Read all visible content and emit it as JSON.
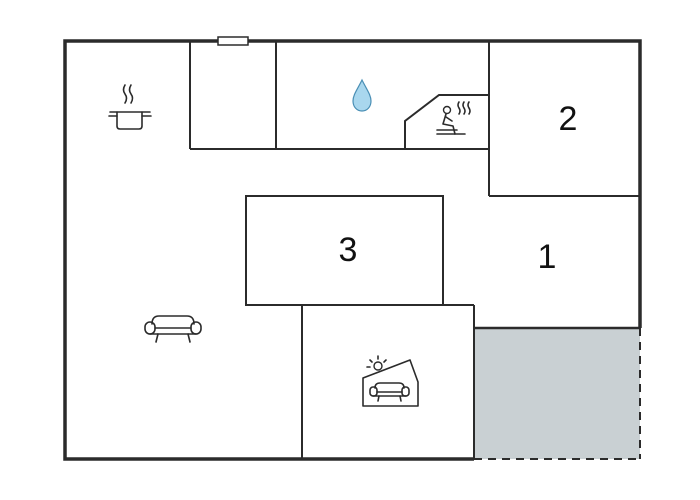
{
  "floor_plan": {
    "rooms": [
      {
        "id": "room-1",
        "label": "1"
      },
      {
        "id": "room-2",
        "label": "2"
      },
      {
        "id": "room-3",
        "label": "3"
      }
    ],
    "icons": [
      {
        "id": "kitchen",
        "icon": "cooking-pot-icon"
      },
      {
        "id": "bathroom",
        "icon": "water-drop-icon"
      },
      {
        "id": "sauna",
        "icon": "sauna-icon"
      },
      {
        "id": "living-room",
        "icon": "sofa-icon"
      },
      {
        "id": "conservatory",
        "icon": "conservatory-sofa-icon"
      }
    ],
    "colors": {
      "wall": "#2b2b2b",
      "terrace_fill": "#c9d0d3",
      "water_drop": "#a9d7ee",
      "background": "#ffffff"
    }
  }
}
